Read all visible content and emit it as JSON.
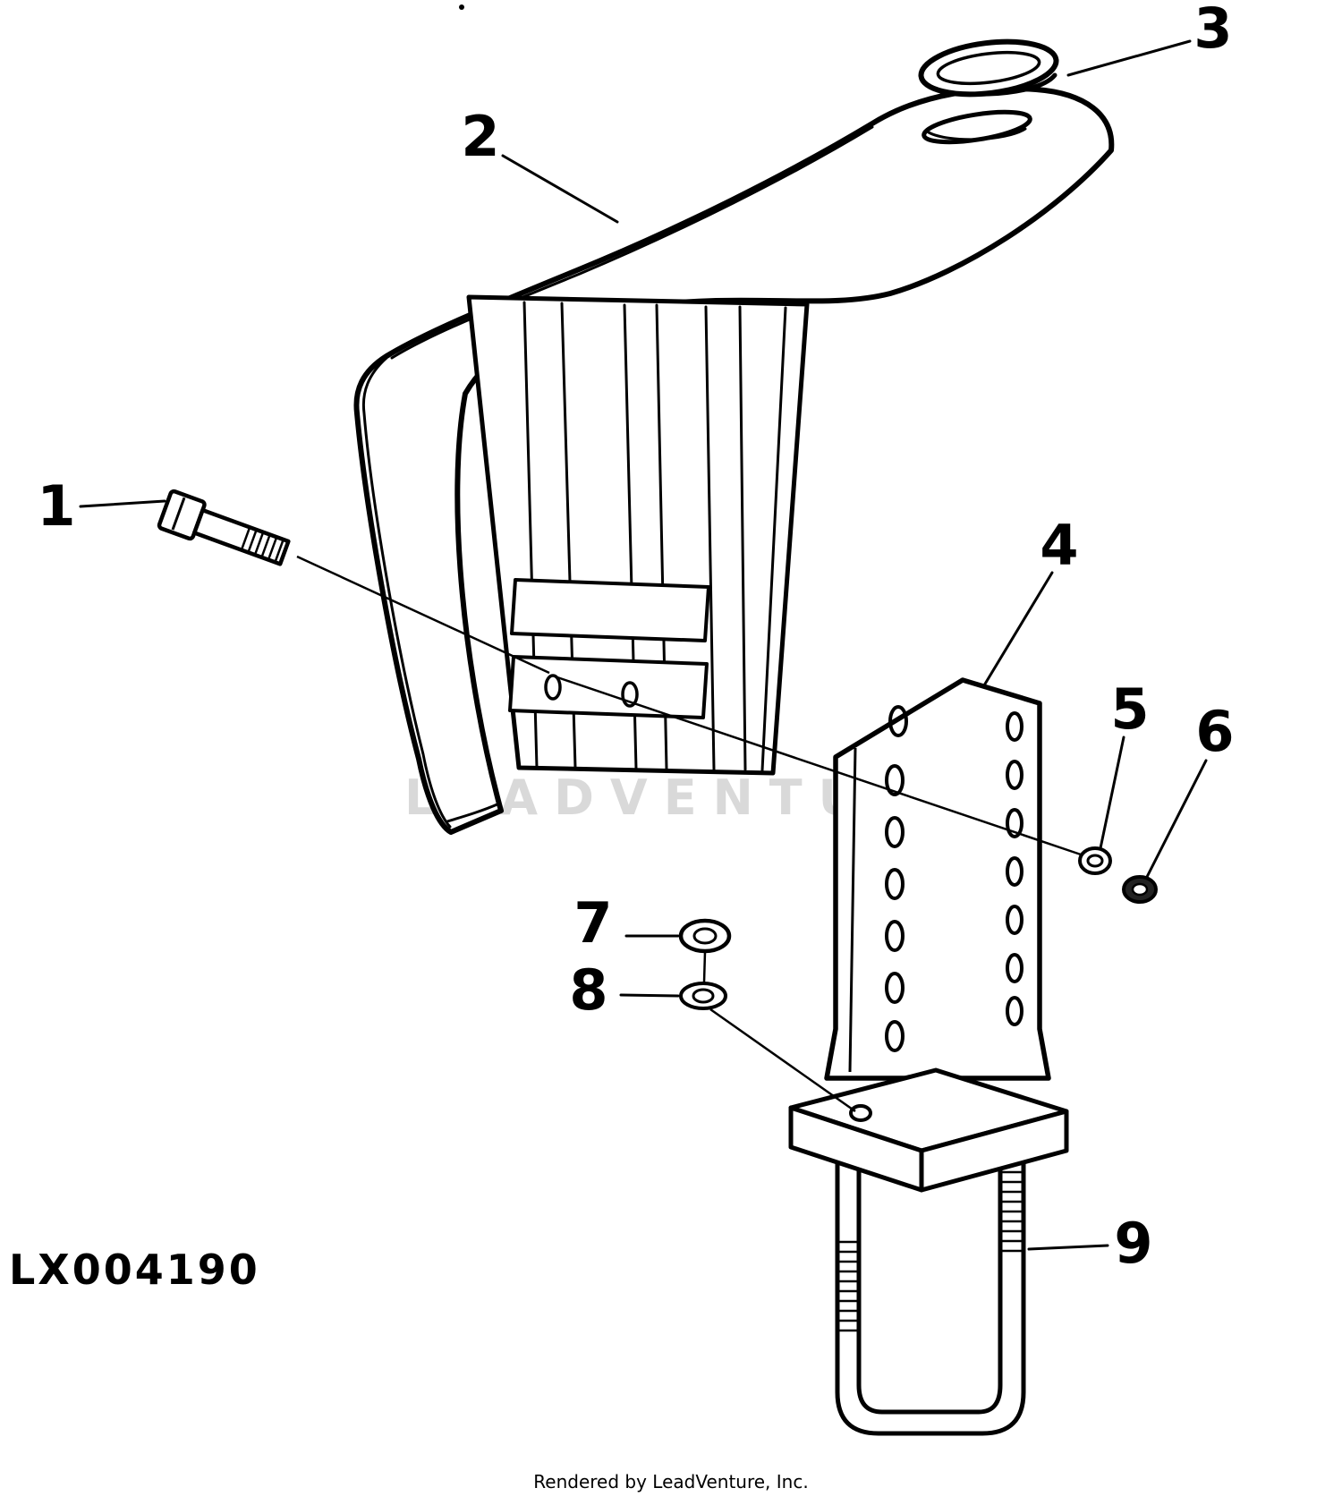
{
  "diagram": {
    "part_code": "LX004190",
    "watermark": "LEADVENTURE",
    "footer": "Rendered by LeadVenture, Inc.",
    "callouts": [
      {
        "label": "1"
      },
      {
        "label": "2"
      },
      {
        "label": "3"
      },
      {
        "label": "4"
      },
      {
        "label": "5"
      },
      {
        "label": "6"
      },
      {
        "label": "7"
      },
      {
        "label": "8"
      },
      {
        "label": "9"
      }
    ],
    "colors": {
      "line": "#000000",
      "background": "#ffffff",
      "watermark": "#d9d9d9"
    }
  }
}
